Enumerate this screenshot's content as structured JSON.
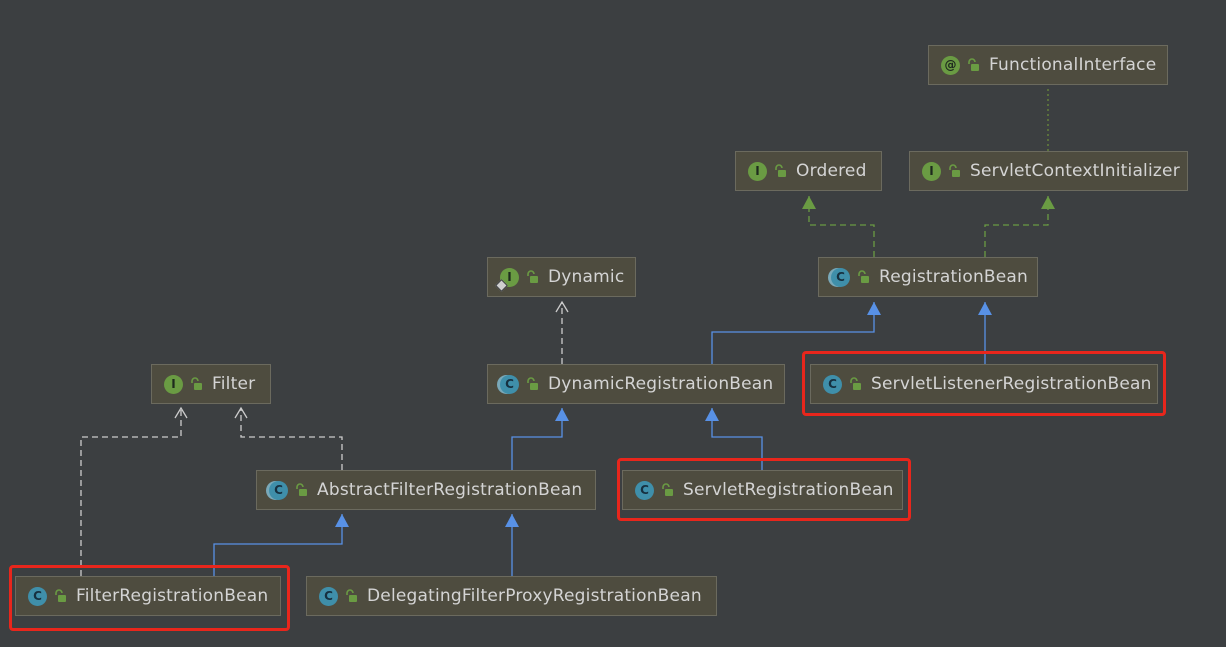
{
  "colors": {
    "background": "#3c3f41",
    "node_fill": "#4e4c3f",
    "node_border": "#6b6a5e",
    "extends_edge": "#5891e6",
    "implements_edge": "#cccccc",
    "interface_edge": "#6a9b43",
    "annotation_edge": "#6a8a3a",
    "highlight": "#e8261c"
  },
  "nodes": [
    {
      "id": "FunctionalInterface",
      "label": "FunctionalInterface",
      "kind": "annotation",
      "badge": "@"
    },
    {
      "id": "Ordered",
      "label": "Ordered",
      "kind": "interface",
      "badge": "I"
    },
    {
      "id": "ServletContextInitializer",
      "label": "ServletContextInitializer",
      "kind": "interface",
      "badge": "I"
    },
    {
      "id": "Dynamic",
      "label": "Dynamic",
      "kind": "interface",
      "badge": "I",
      "nested": true
    },
    {
      "id": "RegistrationBean",
      "label": "RegistrationBean",
      "kind": "abstract",
      "badge": "C"
    },
    {
      "id": "Filter",
      "label": "Filter",
      "kind": "interface",
      "badge": "I"
    },
    {
      "id": "DynamicRegistrationBean",
      "label": "DynamicRegistrationBean",
      "kind": "abstract",
      "badge": "C"
    },
    {
      "id": "ServletListenerRegistrationBean",
      "label": "ServletListenerRegistrationBean",
      "kind": "class",
      "badge": "C"
    },
    {
      "id": "AbstractFilterRegistrationBean",
      "label": "AbstractFilterRegistrationBean",
      "kind": "abstract",
      "badge": "C"
    },
    {
      "id": "ServletRegistrationBean",
      "label": "ServletRegistrationBean",
      "kind": "class",
      "badge": "C"
    },
    {
      "id": "FilterRegistrationBean",
      "label": "FilterRegistrationBean",
      "kind": "class",
      "badge": "C"
    },
    {
      "id": "DelegatingFilterProxyRegistrationBean",
      "label": "DelegatingFilterProxyRegistrationBean",
      "kind": "class",
      "badge": "C"
    }
  ],
  "edges": [
    {
      "from": "ServletContextInitializer",
      "to": "FunctionalInterface",
      "type": "annotation"
    },
    {
      "from": "RegistrationBean",
      "to": "Ordered",
      "type": "interface-extends"
    },
    {
      "from": "RegistrationBean",
      "to": "ServletContextInitializer",
      "type": "interface-extends"
    },
    {
      "from": "DynamicRegistrationBean",
      "to": "Dynamic",
      "type": "implements"
    },
    {
      "from": "DynamicRegistrationBean",
      "to": "RegistrationBean",
      "type": "extends"
    },
    {
      "from": "ServletListenerRegistrationBean",
      "to": "RegistrationBean",
      "type": "extends"
    },
    {
      "from": "AbstractFilterRegistrationBean",
      "to": "DynamicRegistrationBean",
      "type": "extends"
    },
    {
      "from": "ServletRegistrationBean",
      "to": "DynamicRegistrationBean",
      "type": "extends"
    },
    {
      "from": "AbstractFilterRegistrationBean",
      "to": "Filter",
      "type": "implements"
    },
    {
      "from": "FilterRegistrationBean",
      "to": "Filter",
      "type": "implements"
    },
    {
      "from": "FilterRegistrationBean",
      "to": "AbstractFilterRegistrationBean",
      "type": "extends"
    },
    {
      "from": "DelegatingFilterProxyRegistrationBean",
      "to": "AbstractFilterRegistrationBean",
      "type": "extends"
    }
  ],
  "highlighted": [
    "ServletListenerRegistrationBean",
    "ServletRegistrationBean",
    "FilterRegistrationBean"
  ]
}
